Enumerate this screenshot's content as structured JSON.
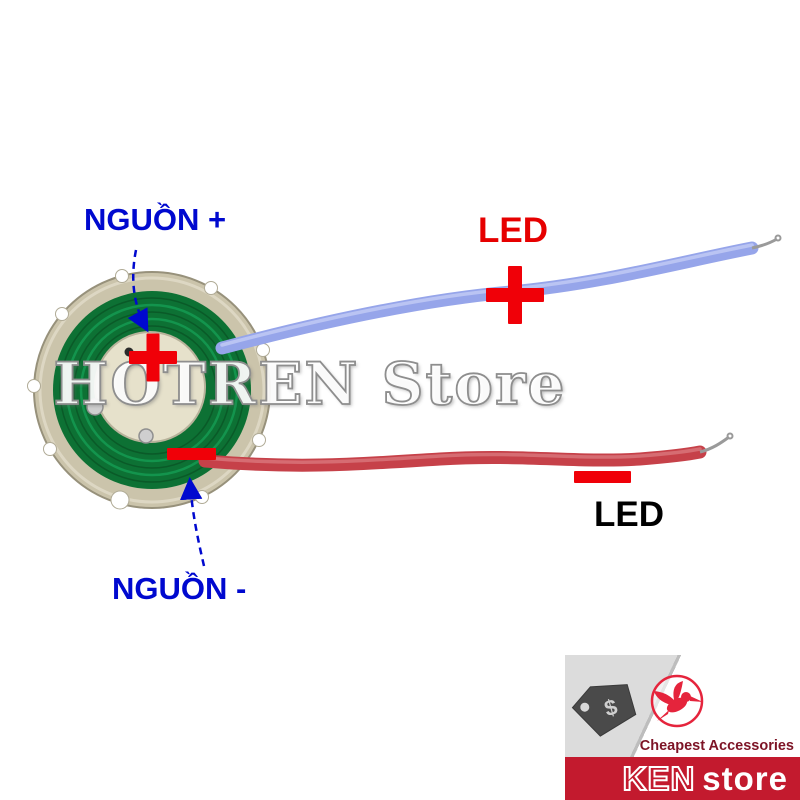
{
  "annotations": {
    "nguon_plus": "NGUỒN +",
    "led_top": "LED",
    "led_bottom": "LED",
    "nguon_minus": "NGUỒN -"
  },
  "polarity_markers": {
    "board_positive": "+",
    "wire_positive": "+",
    "board_negative": "-",
    "wire_negative": "-"
  },
  "watermark": "HOTREN Store",
  "logo": {
    "tagline": "Cheapest Accessories",
    "brand_primary": "KEN",
    "brand_secondary": "store",
    "tag_symbol": "$"
  },
  "colors": {
    "annotation_blue": "#0009cf",
    "marker_red": "#f00008",
    "led_label_red": "#e60000",
    "pcb_green": "#0d7134",
    "wire_blue": "#96a5ea",
    "wire_red": "#c64149",
    "brand_red": "#c31a2e"
  }
}
